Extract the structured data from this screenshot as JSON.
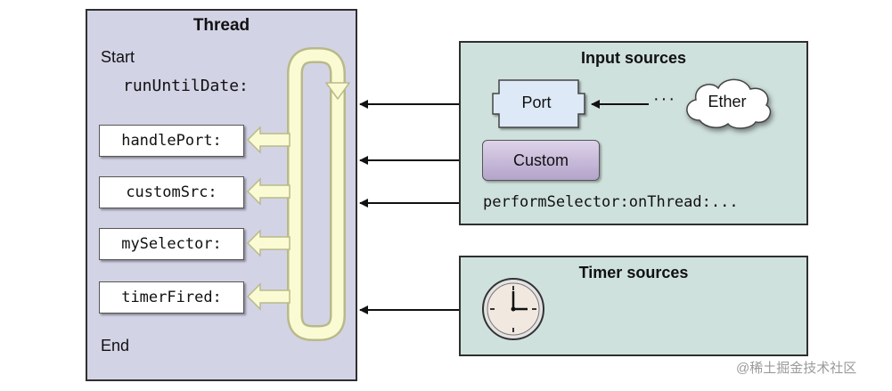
{
  "thread": {
    "title": "Thread",
    "start": "Start",
    "end": "End",
    "run_until": "runUntilDate:",
    "handlers": [
      "handlePort:",
      "customSrc:",
      "mySelector:",
      "timerFired:"
    ]
  },
  "input_sources": {
    "title": "Input sources",
    "port": "Port",
    "ether": "Ether",
    "dots": "···",
    "custom": "Custom",
    "perform_selector": "performSelector:onThread:..."
  },
  "timer_sources": {
    "title": "Timer sources"
  },
  "watermark": "@稀土掘金技术社区",
  "icons": [
    "clock-icon",
    "cloud-icon",
    "port-icon",
    "loop-arrow-icon"
  ],
  "colors": {
    "thread_bg": "#d3d3e6",
    "source_bg": "#cfe1dd",
    "loop_fill": "#fbfbd3",
    "loop_stroke": "#b9b98a"
  }
}
